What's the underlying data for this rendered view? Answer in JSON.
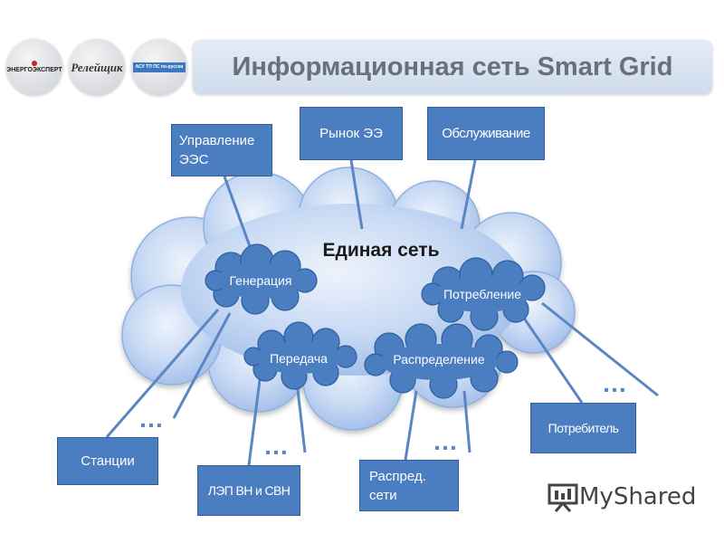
{
  "header": {
    "title": "Информационная сеть Smart Grid",
    "logos": [
      "ЭНЕРГОЭКСПЕРТ",
      "Релейщик",
      "АСУ ТП ПС по-русски"
    ]
  },
  "diagram": {
    "center_label": "Единая сеть",
    "nodes": {
      "generation": "Генерация",
      "consumption": "Потребление",
      "transmission": "Передача",
      "distribution": "Распределение"
    },
    "top_boxes": {
      "management_line1": "Управление",
      "management_line2": "ЭЭС",
      "market": "Рынок ЭЭ",
      "service": "Обслуживание"
    },
    "bottom_boxes": {
      "stations": "Станции",
      "lines": "ЛЭП ВН и СВН",
      "distribution_line1": "Распред.",
      "distribution_line2": "сети",
      "consumer": "Потребитель"
    },
    "ellipsis": "…"
  },
  "watermark": {
    "text": "MyShared"
  },
  "colors": {
    "box_fill": "#4a7ec0",
    "cloud_light": "#e6eefa",
    "cloud_dark": "#a9c3ea",
    "connector": "#5a86c4"
  }
}
